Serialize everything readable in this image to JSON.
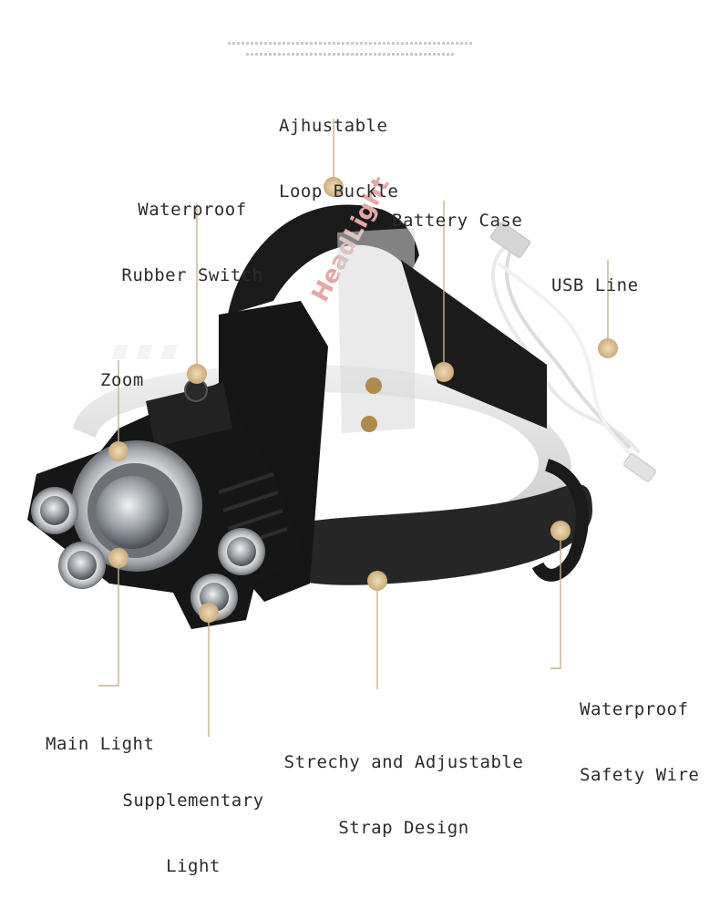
{
  "labels": {
    "loop_buckle": [
      "Ajhustable",
      "Loop Buckle"
    ],
    "rubber_switch": [
      "Waterproof",
      "Rubber Switch"
    ],
    "battery_case": [
      "Battery Case"
    ],
    "usb_line": [
      "USB Line"
    ],
    "zoom": [
      "Zoom"
    ],
    "main_light": [
      "Main Light"
    ],
    "supplementary_light": [
      "Supplementary",
      "Light"
    ],
    "strap_design": [
      "Strechy and Adjustable",
      "Strap Design"
    ],
    "safety_wire": [
      "Waterproof",
      "Safety Wire"
    ]
  },
  "strap_print": "HeadLight",
  "colors": {
    "callout_line": "#c8b28f",
    "marker": "#d9c29a",
    "body": "#111111",
    "metal": "#b9bcc0",
    "strap_accent": "#e3a7a7"
  }
}
